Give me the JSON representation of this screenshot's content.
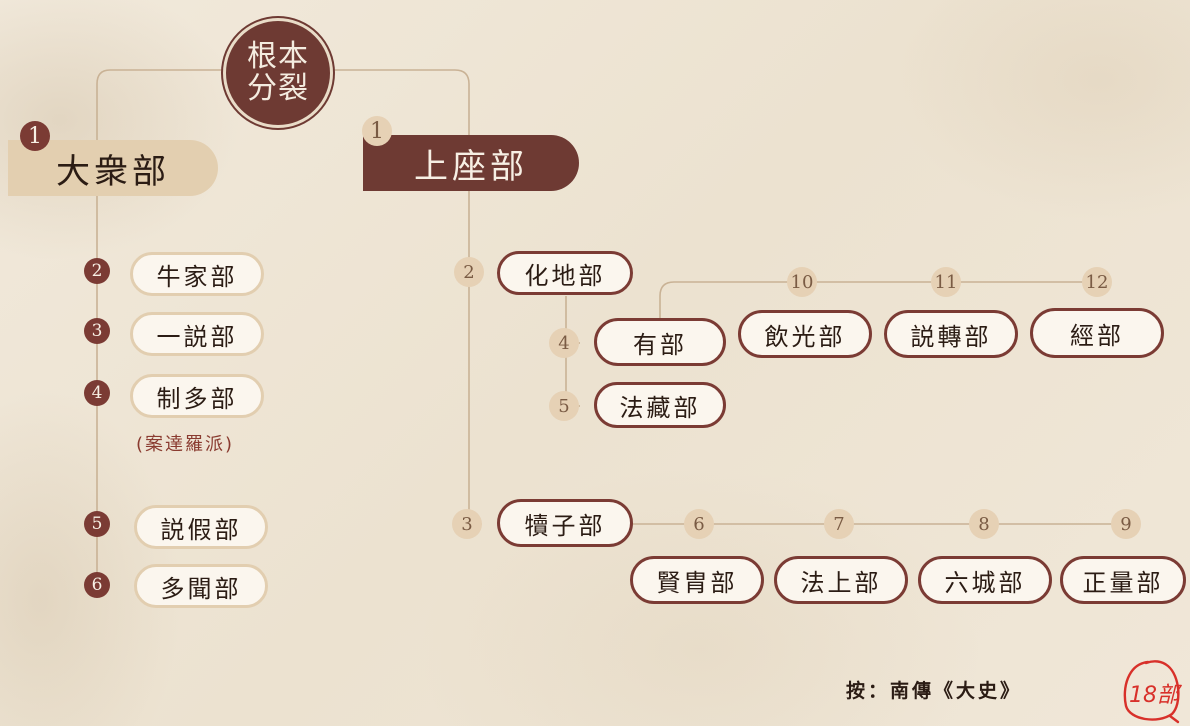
{
  "root": {
    "label": "根本分裂"
  },
  "mahasanghika": {
    "number": "1",
    "label": "大衆部",
    "subs": [
      {
        "number": "2",
        "label": "牛家部"
      },
      {
        "number": "3",
        "label": "一説部"
      },
      {
        "number": "4",
        "label": "制多部"
      },
      {
        "number": "5",
        "label": "説假部"
      },
      {
        "number": "6",
        "label": "多聞部"
      }
    ],
    "note": "(案達羅派)"
  },
  "sthavira": {
    "number": "1",
    "label": "上座部",
    "mahisasaka": {
      "number": "2",
      "label": "化地部"
    },
    "sarvastivada": {
      "number": "4",
      "label": "有部"
    },
    "dharmaguptaka": {
      "number": "5",
      "label": "法藏部"
    },
    "kasyapiya": {
      "number": "10",
      "label": "飲光部"
    },
    "sautrantika": {
      "number": "11",
      "label": "説轉部"
    },
    "sutra": {
      "number": "12",
      "label": "經部"
    },
    "vatsiputriya": {
      "number": "3",
      "label": "犢子部"
    },
    "bhadrayaniya": {
      "number": "6",
      "label": "賢胄部"
    },
    "dharmottariya": {
      "number": "7",
      "label": "法上部"
    },
    "channagirika": {
      "number": "8",
      "label": "六城部"
    },
    "sammitiya": {
      "number": "9",
      "label": "正量部"
    }
  },
  "footer": {
    "text": "按：南傳《大史》",
    "count": "18部"
  },
  "colors": {
    "dark": "#6e3a33",
    "light": "#e3cfb0",
    "accent": "#d8302a"
  }
}
